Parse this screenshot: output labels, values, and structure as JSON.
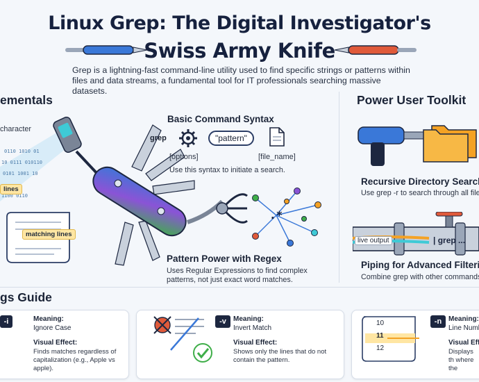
{
  "title_line1": "Linux Grep: The Digital Investigator's",
  "title_line2": "Swiss Army Knife",
  "intro": "Grep is a lightning-fast command-line utility used to find specific strings or patterns within files and data streams, a fundamental tool for IT professionals searching massive datasets.",
  "fundamentals": {
    "heading": "ementals",
    "character_label": "character",
    "lines_tag": "lines",
    "matching_lines_tag": "matching lines"
  },
  "syntax": {
    "heading": "Basic Command Syntax",
    "cmd": "grep",
    "pattern": "\"pattern\"",
    "options": "[options]",
    "file": "[file_name]",
    "caption": "Use this syntax to initiate a search."
  },
  "regex": {
    "heading": "Pattern Power with Regex",
    "caption": "Uses Regular Expressions to find complex patterns, not just exact word matches."
  },
  "toolkit": {
    "heading": "Power User Toolkit",
    "recursive_heading": "Recursive Directory Search",
    "recursive_caption": "Use grep -r to search through all files in",
    "live_output": "live output",
    "grep_pipe": "| grep ...",
    "piping_heading": "Piping for Advanced Filtering",
    "piping_caption": "Combine grep with other commands (lik"
  },
  "flags": {
    "heading": "gs Guide",
    "cards": [
      {
        "flag": "-i",
        "meaning_label": "Meaning:",
        "meaning": "Ignore Case",
        "effect_label": "Visual Effect:",
        "effect": "Finds matches regardless of capitalization (e.g., Apple vs apple)."
      },
      {
        "flag": "-v",
        "meaning_label": "Meaning:",
        "meaning": "Invert Match",
        "effect_label": "Visual Effect:",
        "effect": "Shows only the lines that do not contain the pattern."
      },
      {
        "flag": "-n",
        "meaning_label": "Meaning:",
        "meaning": "Line Numb",
        "effect_label": "Visual Effe",
        "effect": "Displays th where the",
        "lines": [
          "10",
          "11",
          "12"
        ]
      }
    ]
  },
  "colors": {
    "navy": "#16213e",
    "blue": "#3a78d8",
    "orange": "#f4a224",
    "purple": "#8a54d6",
    "green": "#3fae49",
    "red": "#e05a3a"
  }
}
